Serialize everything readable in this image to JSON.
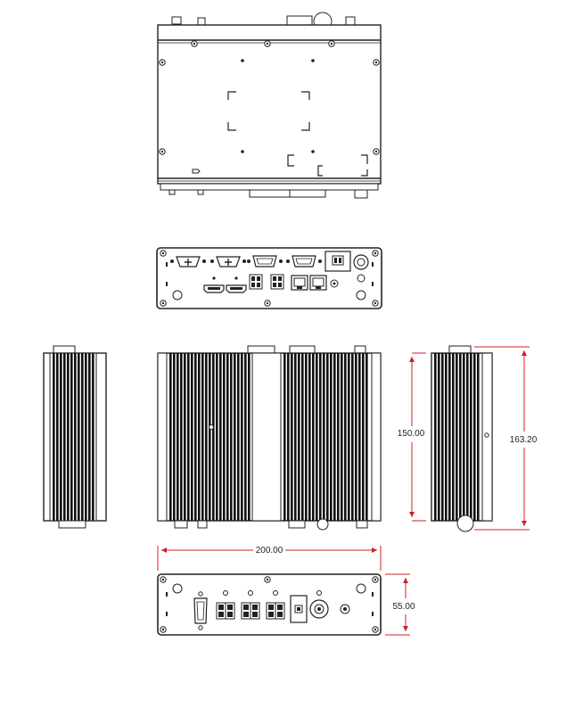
{
  "dimensions": {
    "width": "200.00",
    "depth_inner": "150.00",
    "depth_overall": "163.20",
    "height": "55.00"
  },
  "colors": {
    "line": "#222222",
    "dimension": "#d01f26",
    "fin": "#111111",
    "panel": "#f4f4f4"
  }
}
